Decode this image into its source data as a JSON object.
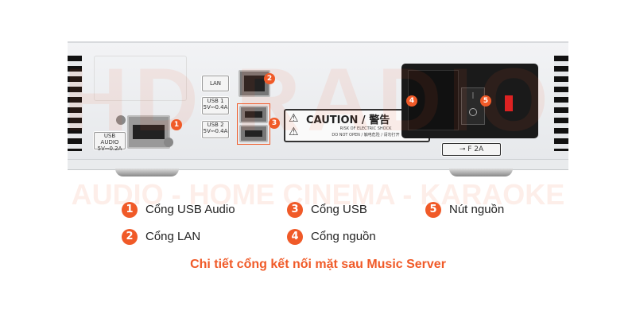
{
  "device": {
    "labels": {
      "lan": "LAN",
      "usb1": "USB 1 5V⎓0.4A",
      "usb2": "USB 2 5V⎓0.4A",
      "usb_audio": "USB AUDIO 5V⎓0.2A",
      "caution": "CAUTION / 警告",
      "caution_sub1": "RISK OF ELECTRIC SHOCK",
      "caution_sub2": "DO NOT OPEN / 触电危险 / 请勿打开",
      "fuse": "F 2A"
    },
    "markers": [
      "1",
      "2",
      "3",
      "4",
      "5"
    ]
  },
  "watermark": {
    "logo": "HD RADIO",
    "tagline": "AUDIO - HOME CINEMA - KARAOKE"
  },
  "legend": [
    {
      "num": "1",
      "label": "Cổng USB Audio"
    },
    {
      "num": "2",
      "label": "Cổng LAN"
    },
    {
      "num": "3",
      "label": "Cổng USB"
    },
    {
      "num": "4",
      "label": "Cổng nguồn"
    },
    {
      "num": "5",
      "label": "Nút nguồn"
    }
  ],
  "caption": "Chi tiết cổng kết nối mặt sau Music Server",
  "colors": {
    "accent": "#f05a28"
  }
}
